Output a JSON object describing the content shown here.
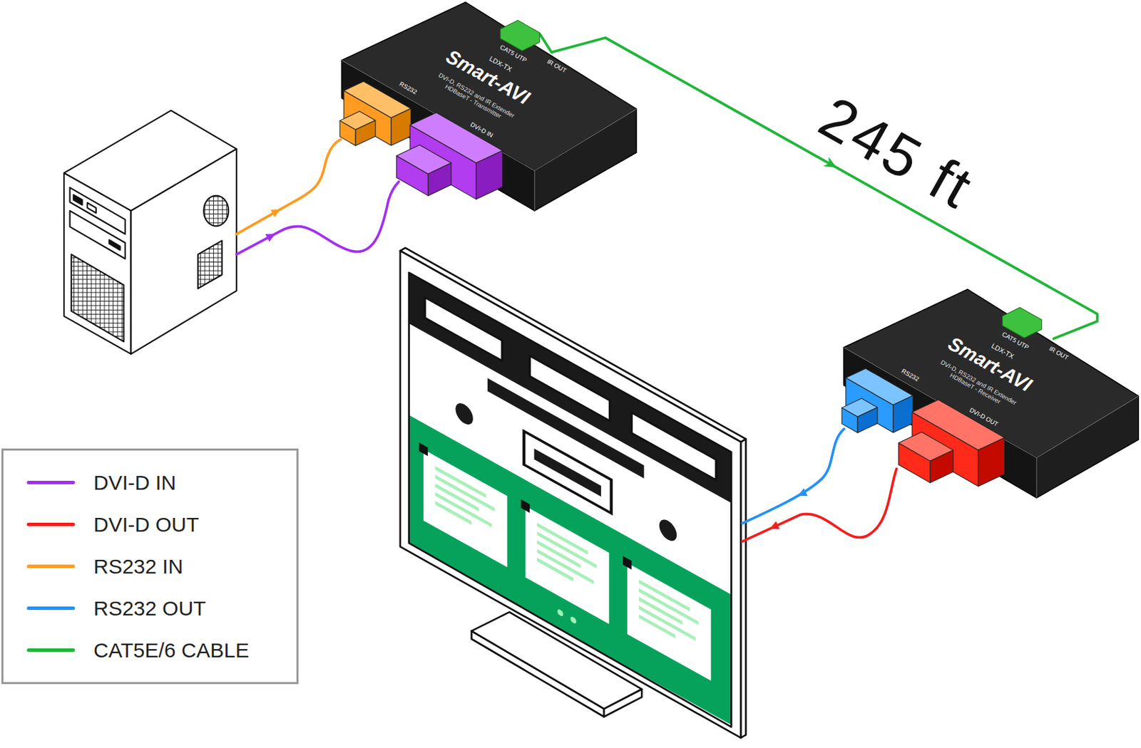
{
  "diagram": {
    "nodes": [
      {
        "text": [
          "LDX-TX",
          "Smart-AVI",
          "DVI-D, RS232 and IR Extender HDBaseT - Transmitter",
          "RS232",
          "DVI-D IN",
          "IR OUT",
          "CAT5 UTP"
        ]
      },
      {
        "text": [
          "LDX-TX",
          "Smart-AVI",
          "DVI-D, RS232 and IR Extender HDBaseT - Receiver",
          "RS232",
          "DVI-D OUT",
          "IR OUT",
          "CAT5 UTP"
        ]
      }
    ],
    "edges": [
      {
        "from": 0,
        "to": 1,
        "arrow": "to",
        "label": "245 ft"
      }
    ],
    "legend": [
      {
        "text": "DVI-D IN",
        "color": "#a42ff0"
      },
      {
        "text": "DVI-D OUT",
        "color": "#f51d1d"
      },
      {
        "text": "RS232 IN",
        "color": "#ff9b21"
      },
      {
        "text": "RS232 OUT",
        "color": "#2392f5"
      },
      {
        "text": "CAT5E/6 CABLE",
        "color": "#21b53a"
      }
    ]
  }
}
